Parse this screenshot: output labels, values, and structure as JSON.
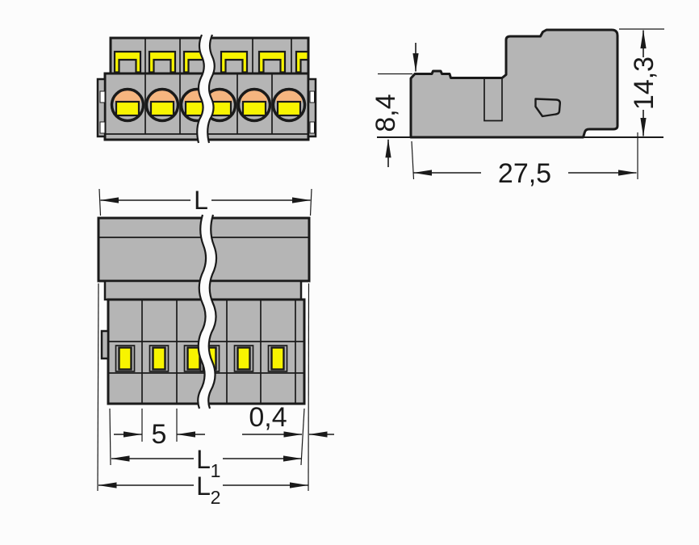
{
  "colors": {
    "paper": "#fcfcfc",
    "line": "#1a1a1a",
    "body_gray": "#b5b5b5",
    "yellow": "#f8f400",
    "orange": "#f5b57f",
    "slot_white": "#ffffff"
  },
  "dimensions": {
    "side_view": {
      "lower_height": "8,4",
      "total_height": "14,3",
      "depth": "27,5"
    },
    "plan_view": {
      "overall_length": "L",
      "pole_pitch": "5",
      "edge_offset": "0,4",
      "length1": {
        "base": "L",
        "sub": "1"
      },
      "length2": {
        "base": "L",
        "sub": "2"
      }
    }
  }
}
